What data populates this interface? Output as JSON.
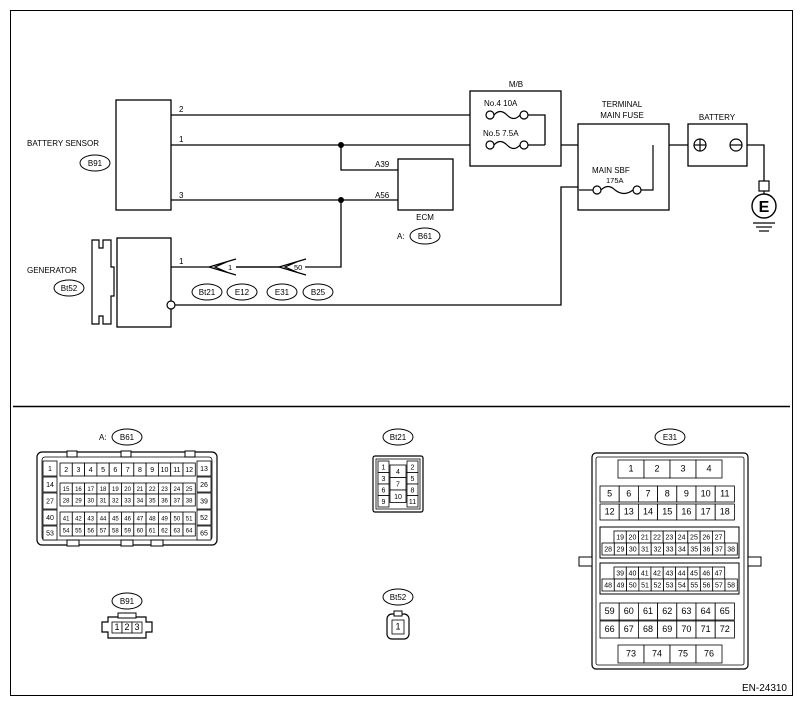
{
  "labels": {
    "battery_sensor": "BATTERY SENSOR",
    "generator": "GENERATOR",
    "mb": "M/B",
    "fuse_no4": "No.4  10A",
    "fuse_no5": "No.5  7.5A",
    "terminal_main_fuse_1": "TERMINAL",
    "terminal_main_fuse_2": "MAIN FUSE",
    "main_sbf": "MAIN SBF",
    "main_sbf_amp": "175A",
    "battery": "BATTERY",
    "ecm": "ECM",
    "ecm_prefix": "A:",
    "ground": "E",
    "diagram_id": "EN-24310",
    "wire_2": "2",
    "wire_1": "1",
    "wire_3": "3",
    "gen_wire_1": "1",
    "ecm_a39": "A39",
    "ecm_a56": "A56",
    "harness_1": "1",
    "harness_50": "50"
  },
  "connectors": {
    "b91": "B91",
    "bt52": "Bt52",
    "b61": "B61",
    "bt21": "Bt21",
    "e12": "E12",
    "e31": "E31",
    "b25": "B25"
  },
  "connector_views": {
    "a_b61_prefix": "A:",
    "a_b61": "B61",
    "bt21": "Bt21",
    "e31": "E31",
    "b91": "B91",
    "bt52": "Bt52"
  },
  "pins_b61": {
    "left": [
      "1",
      "14",
      "27",
      "40",
      "53"
    ],
    "row1": [
      "2",
      "3",
      "4",
      "5",
      "6",
      "7",
      "8",
      "9",
      "10",
      "11",
      "12"
    ],
    "row2": [
      "15",
      "16",
      "17",
      "18",
      "19",
      "20",
      "21",
      "22",
      "23",
      "24",
      "25"
    ],
    "row3": [
      "28",
      "29",
      "30",
      "31",
      "32",
      "33",
      "34",
      "35",
      "36",
      "37",
      "38"
    ],
    "row4": [
      "41",
      "42",
      "43",
      "44",
      "45",
      "46",
      "47",
      "48",
      "49",
      "50",
      "51"
    ],
    "row5": [
      "54",
      "55",
      "56",
      "57",
      "58",
      "59",
      "60",
      "61",
      "62",
      "63",
      "64"
    ],
    "right": [
      "13",
      "26",
      "39",
      "52",
      "65"
    ]
  },
  "pins_bt21": {
    "left": [
      "1",
      "3",
      "6",
      "9"
    ],
    "mid": [
      "4",
      "7",
      "10"
    ],
    "right": [
      "2",
      "5",
      "8",
      "11"
    ]
  },
  "pins_e31": {
    "top": [
      "1",
      "2",
      "3",
      "4"
    ],
    "r1": [
      "5",
      "6",
      "7",
      "8",
      "9",
      "10",
      "11"
    ],
    "r2": [
      "12",
      "13",
      "14",
      "15",
      "16",
      "17",
      "18"
    ],
    "g1": [
      "19",
      "20",
      "21",
      "22",
      "23",
      "24",
      "25",
      "26",
      "27"
    ],
    "g2": [
      "28",
      "29",
      "30",
      "31",
      "32",
      "33",
      "34",
      "35",
      "36",
      "37",
      "38"
    ],
    "g3": [
      "39",
      "40",
      "41",
      "42",
      "43",
      "44",
      "45",
      "46",
      "47"
    ],
    "g4": [
      "48",
      "49",
      "50",
      "51",
      "52",
      "53",
      "54",
      "55",
      "56",
      "57",
      "58"
    ],
    "r3": [
      "59",
      "60",
      "61",
      "62",
      "63",
      "64",
      "65"
    ],
    "r4": [
      "66",
      "67",
      "68",
      "69",
      "70",
      "71",
      "72"
    ],
    "bottom": [
      "73",
      "74",
      "75",
      "76"
    ]
  },
  "pins_b91": [
    "1",
    "2",
    "3"
  ],
  "pins_bt52": [
    "1"
  ]
}
